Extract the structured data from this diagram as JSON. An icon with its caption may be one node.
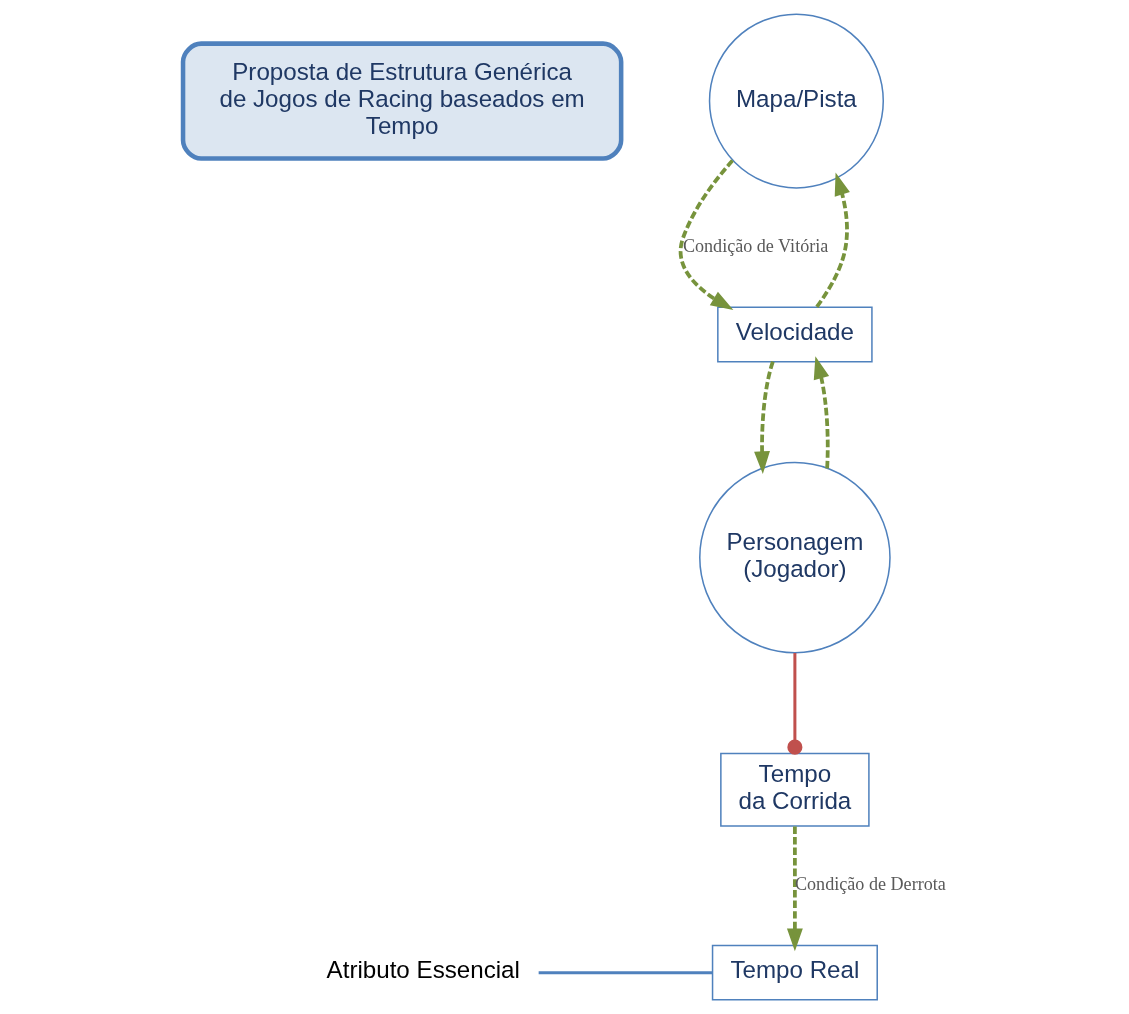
{
  "diagram": {
    "nodes": [
      {
        "text": [
          "Proposta de Estrutura Genérica de Jogos de Racing baseados em Tempo"
        ]
      },
      {
        "text": [
          "Mapa/Pista"
        ]
      },
      {
        "text": [
          "Atributo Essencial"
        ]
      },
      {
        "text": [
          "Tempo Real"
        ]
      },
      {
        "text": [
          "Tempo da Corrida"
        ]
      },
      {
        "text": [
          "Velocidade"
        ]
      },
      {
        "text": [
          "Personagem (Jogador)"
        ]
      }
    ],
    "edges": [
      {
        "from": 2,
        "to": 3,
        "arrow": "none",
        "color": "#4f81bd"
      },
      {
        "from": 4,
        "to": 3,
        "arrow": "to",
        "label": "Condição de Derrota",
        "style": "dashed"
      },
      {
        "from": 1,
        "to": 5,
        "arrow": "to",
        "label": "Condição de Vitória",
        "style": "dashed"
      },
      {
        "from": 5,
        "to": 1,
        "arrow": "to",
        "style": "dashed"
      },
      {
        "from": 5,
        "to": 6,
        "arrow": "to",
        "style": "dashed"
      },
      {
        "from": 6,
        "to": 5,
        "arrow": "to",
        "style": "dashed"
      },
      {
        "from": 6,
        "to": 4,
        "arrow": "other",
        "color": "#c0504d"
      }
    ]
  }
}
